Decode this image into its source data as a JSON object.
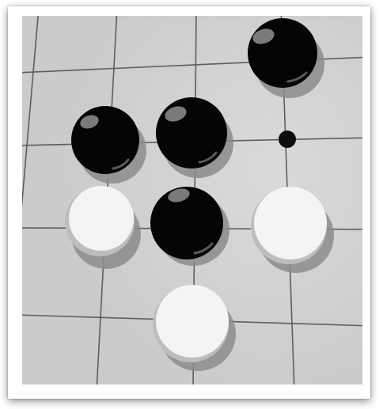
{
  "board": {
    "background": "#d4d4d4",
    "line_color": "#5a5a5a",
    "star_point_color": "#0d0d0d"
  },
  "stones": [
    {
      "id": "black-stone-top-right",
      "color": "black"
    },
    {
      "id": "black-stone-left",
      "color": "black"
    },
    {
      "id": "black-stone-center-top",
      "color": "black"
    },
    {
      "id": "white-stone-left",
      "color": "white"
    },
    {
      "id": "black-stone-center",
      "color": "black"
    },
    {
      "id": "white-stone-right",
      "color": "white"
    },
    {
      "id": "white-stone-bottom",
      "color": "white"
    }
  ],
  "colors": {
    "black_stone": "#050505",
    "black_highlight": "#6e6e6e",
    "white_stone": "#f4f4f4",
    "white_edge": "#bdbdbd",
    "stone_shadow": "#8c8c8c"
  }
}
